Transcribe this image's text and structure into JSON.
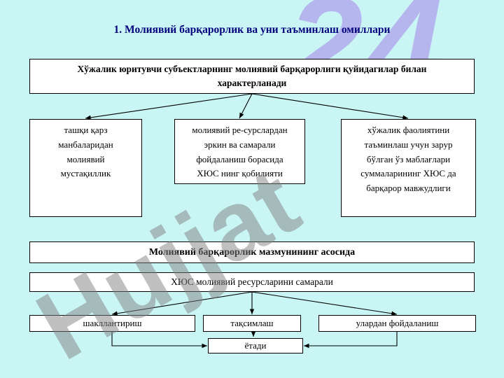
{
  "title": "1. Молиявий барқарорлик ва уни таъминлаш омиллари",
  "watermark": {
    "text": "Hujjat",
    "number": "24"
  },
  "top_box": "Хўжалик юритувчи субъектларнинг молиявий барқарорлиги қуйидагилар билан\nхарактерланади",
  "factor_boxes": [
    "ташқи қарз\nманбаларидан\nмолиявий\nмустақиллик",
    "молиявий ре-сурслардан\nэркин ва самарали\nфойдаланиш борасида\nХЮС нинг қобилияти",
    "хўжалик фаолиятини\nтаъминлаш учун зарур\nбўлган ўз маблағлари\nсуммаларининг ХЮС да\nбарқарор мавжудлиги"
  ],
  "basis_box": "Молиявий барқарорлик мазмунининг асосида",
  "resource_box": "ХЮС молиявий ресурсларини самарали",
  "process_boxes": [
    "шакллантириш",
    "тақсимлаш",
    "улардан фойдаланиш"
  ],
  "end_box": "ётади",
  "colors": {
    "background": "#c9f5f5",
    "box_fill": "#ffffff",
    "box_border": "#000000",
    "title_text": "#00007d",
    "watermark_text": "#828282",
    "watermark_number": "#b6b6ee"
  }
}
